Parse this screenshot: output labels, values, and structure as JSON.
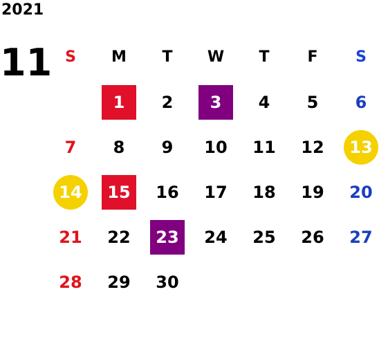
{
  "year": "2021",
  "month": "11",
  "colors": {
    "sunday": "#e0141c",
    "saturday": "#1a3fbf",
    "saturday_header": "#1a3fe0",
    "weekday": "#000000",
    "holiday": "#e0102b",
    "purple": "#800080",
    "gold": "#f5d100"
  },
  "day_names": [
    "S",
    "M",
    "T",
    "W",
    "T",
    "F",
    "S"
  ],
  "weeks": [
    [
      {
        "day": "",
        "style": ""
      },
      {
        "day": "1",
        "style": "square-red"
      },
      {
        "day": "2",
        "style": ""
      },
      {
        "day": "3",
        "style": "square-purple"
      },
      {
        "day": "4",
        "style": ""
      },
      {
        "day": "5",
        "style": ""
      },
      {
        "day": "6",
        "style": ""
      }
    ],
    [
      {
        "day": "7",
        "style": ""
      },
      {
        "day": "8",
        "style": ""
      },
      {
        "day": "9",
        "style": ""
      },
      {
        "day": "10",
        "style": ""
      },
      {
        "day": "11",
        "style": ""
      },
      {
        "day": "12",
        "style": ""
      },
      {
        "day": "13",
        "style": "circle-gold"
      }
    ],
    [
      {
        "day": "14",
        "style": "circle-gold"
      },
      {
        "day": "15",
        "style": "square-red"
      },
      {
        "day": "16",
        "style": ""
      },
      {
        "day": "17",
        "style": ""
      },
      {
        "day": "18",
        "style": ""
      },
      {
        "day": "19",
        "style": ""
      },
      {
        "day": "20",
        "style": ""
      }
    ],
    [
      {
        "day": "21",
        "style": ""
      },
      {
        "day": "22",
        "style": ""
      },
      {
        "day": "23",
        "style": "square-purple"
      },
      {
        "day": "24",
        "style": ""
      },
      {
        "day": "25",
        "style": ""
      },
      {
        "day": "26",
        "style": ""
      },
      {
        "day": "27",
        "style": ""
      }
    ],
    [
      {
        "day": "28",
        "style": ""
      },
      {
        "day": "29",
        "style": ""
      },
      {
        "day": "30",
        "style": ""
      },
      {
        "day": "",
        "style": ""
      },
      {
        "day": "",
        "style": ""
      },
      {
        "day": "",
        "style": ""
      },
      {
        "day": "",
        "style": ""
      }
    ]
  ]
}
